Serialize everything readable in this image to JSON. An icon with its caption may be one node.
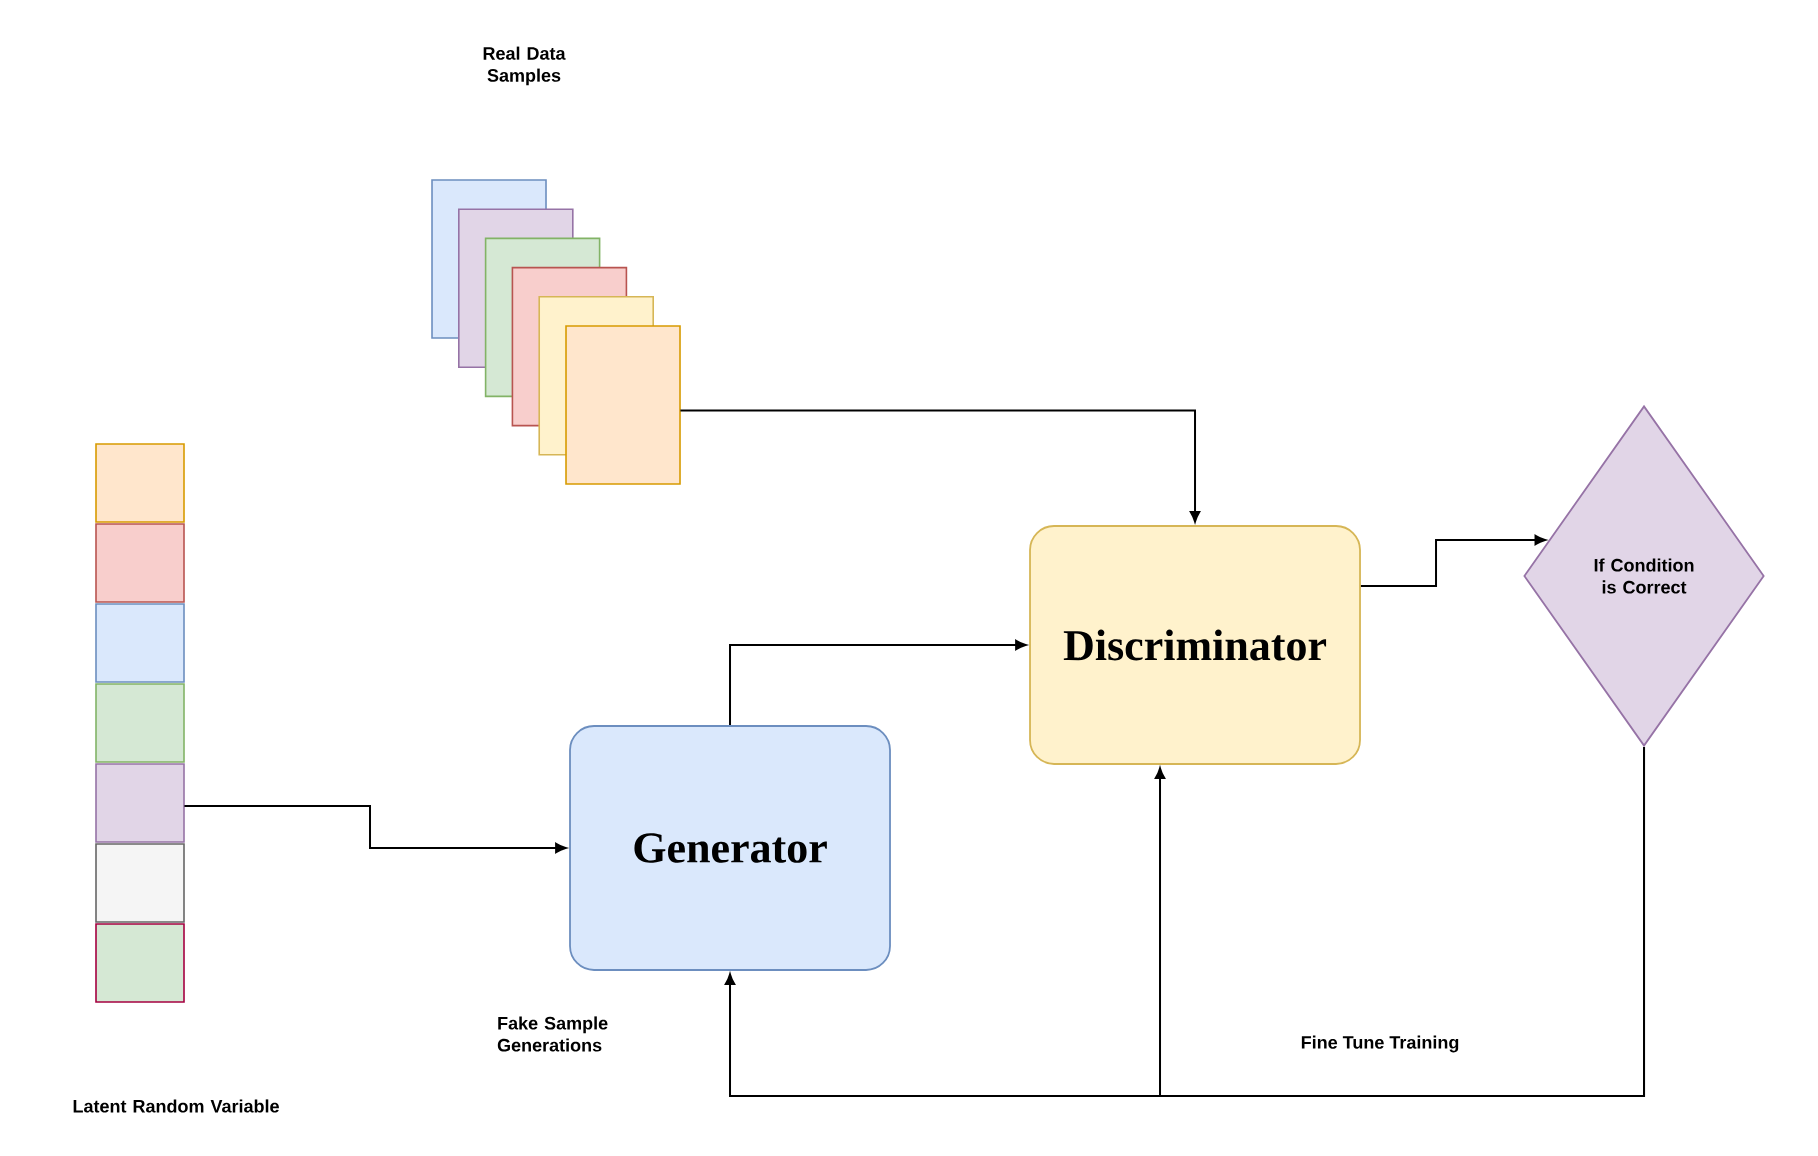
{
  "diagram": {
    "nodes": [
      {
        "text": [
          "Real Data Samples"
        ]
      },
      {
        "text": [
          "Latent Random Variable"
        ]
      },
      {
        "text": [
          "Generator"
        ],
        "beside": [
          "Fake Sample Generations"
        ]
      },
      {
        "text": [
          "Discriminator"
        ]
      },
      {
        "text": [
          "If Condition is Correct"
        ]
      }
    ],
    "edges": [
      {
        "from": 0,
        "to": 3,
        "arrow": "to"
      },
      {
        "from": 1,
        "to": 2,
        "arrow": "to"
      },
      {
        "from": 2,
        "to": 3,
        "arrow": "to"
      },
      {
        "from": 3,
        "to": 4,
        "arrow": "to"
      },
      {
        "from": 4,
        "to": 3,
        "arrow": "to",
        "label": "Fine Tune Training"
      },
      {
        "from": 4,
        "to": 2,
        "arrow": "to"
      }
    ]
  }
}
